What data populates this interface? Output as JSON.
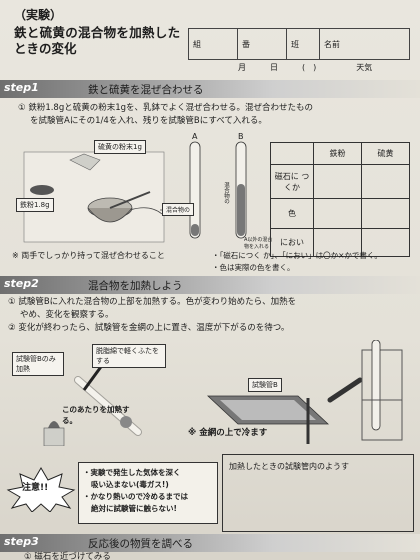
{
  "header": {
    "tag": "（実験）",
    "title_line1": "鉄と硫黄の混合物を加熱した",
    "title_line2": "ときの変化",
    "name_fields": [
      "組",
      "番",
      "班",
      "名前"
    ],
    "date_fields": [
      "月",
      "日",
      "(　)",
      "天気"
    ]
  },
  "step1": {
    "label": "step1",
    "heading": "鉄と硫黄を混ぜ合わせる",
    "text_line1": "①  鉄粉1.8gと硫黄の粉末1gを、乳鉢でよく混ぜ合わせる。混ぜ合わせたもの",
    "text_line2": "を試験管Aにその1/4を入れ、残りを試験管Bにすべて入れる。",
    "label_sulfur": "硫黄の粉末1g",
    "label_iron": "鉄粉1.8g",
    "label_a": "A",
    "label_b": "B",
    "label_mixture": "混合物の",
    "label_mixture_b": "混合物の",
    "label_b_note": "A以外の混合物を入れる",
    "note_hands": "※ 両手でしっかり持って混ぜ合わせること",
    "note_symbols": "・「磁石につく か」、「におい」は〇か×かで書く。",
    "note_color": "・色は実際の色を書く。",
    "table": {
      "col_headers": [
        "鉄粉",
        "硫黄"
      ],
      "row_headers": [
        "磁石に つくか",
        "色",
        "におい"
      ]
    }
  },
  "step2": {
    "label": "step2",
    "heading": "混合物を加熱しよう",
    "text_line1": "①  試験管Bに入れた混合物の上部を加熱する。色が変わり始めたら、加熱を",
    "text_line2": "やめ、変化を観察する。",
    "text_line3": "②  変化が終わったら、試験管を金網の上に置き、温度が下がるのを待つ。",
    "label_tube_b": "試験管Bのみ加熱",
    "label_cotton": "脱脂綿で軽くふたをする",
    "label_heat_here": "このあたりを加熱する。",
    "label_tube_b2": "試験管B",
    "label_cool": "※ 金網の上で冷ます"
  },
  "caution": {
    "badge": "注意!!",
    "line1": "・実験で発生した気体を深く",
    "line2": "吸い込まない(毒ガス!)",
    "line3": "・かなり熱いので冷めるまでは",
    "line4": "絶対に試験管に触らない!",
    "observe_title": "加熱したときの試験管内のようす"
  },
  "step3": {
    "label": "step3",
    "heading": "反応後の物質を調べる",
    "text_line1": "①  磁石を近づけてみる"
  }
}
